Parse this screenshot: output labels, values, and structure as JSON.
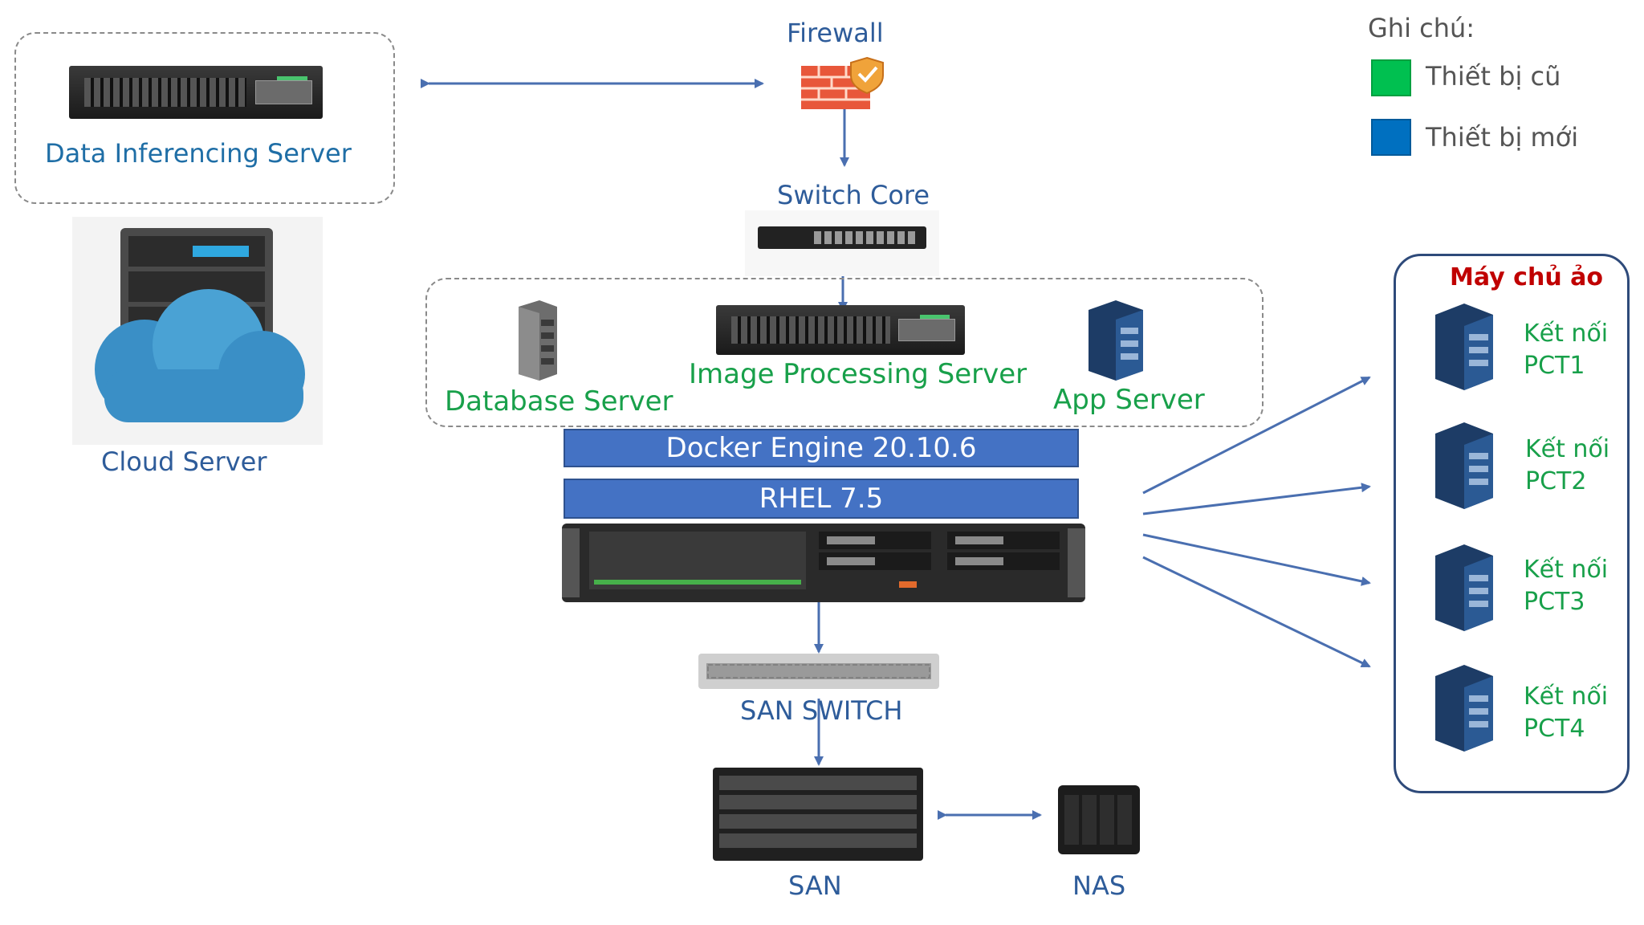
{
  "legend": {
    "title": "Ghi chú:",
    "items": [
      {
        "label": "Thiết bị cũ",
        "color": "#00c050"
      },
      {
        "label": "Thiết bị mới",
        "color": "#0070c0"
      }
    ]
  },
  "labels": {
    "firewall": "Firewall",
    "switch_core": "Switch Core",
    "data_inferencing_server": "Data Inferencing Server",
    "cloud_server": "Cloud Server",
    "database_server": "Database Server",
    "image_processing_server": "Image Processing Server",
    "app_server": "App Server",
    "docker_engine": "Docker Engine 20.10.6",
    "rhel": "RHEL 7.5",
    "san_switch": "SAN SWITCH",
    "san": "SAN",
    "nas": "NAS"
  },
  "virtual_servers": {
    "title": "Máy chủ ảo",
    "items": [
      {
        "line1": "Kết nối",
        "line2": "PCT1"
      },
      {
        "line1": "Kết nối",
        "line2": "PCT2"
      },
      {
        "line1": "Kết nối",
        "line2": "PCT3"
      },
      {
        "line1": "Kết nối",
        "line2": "PCT4"
      }
    ]
  },
  "colors": {
    "arrow": "#4a6fb0",
    "band": "#4472c4",
    "title_red": "#c00000",
    "text_green": "#18a04a",
    "text_blue": "#2e5c9a"
  }
}
